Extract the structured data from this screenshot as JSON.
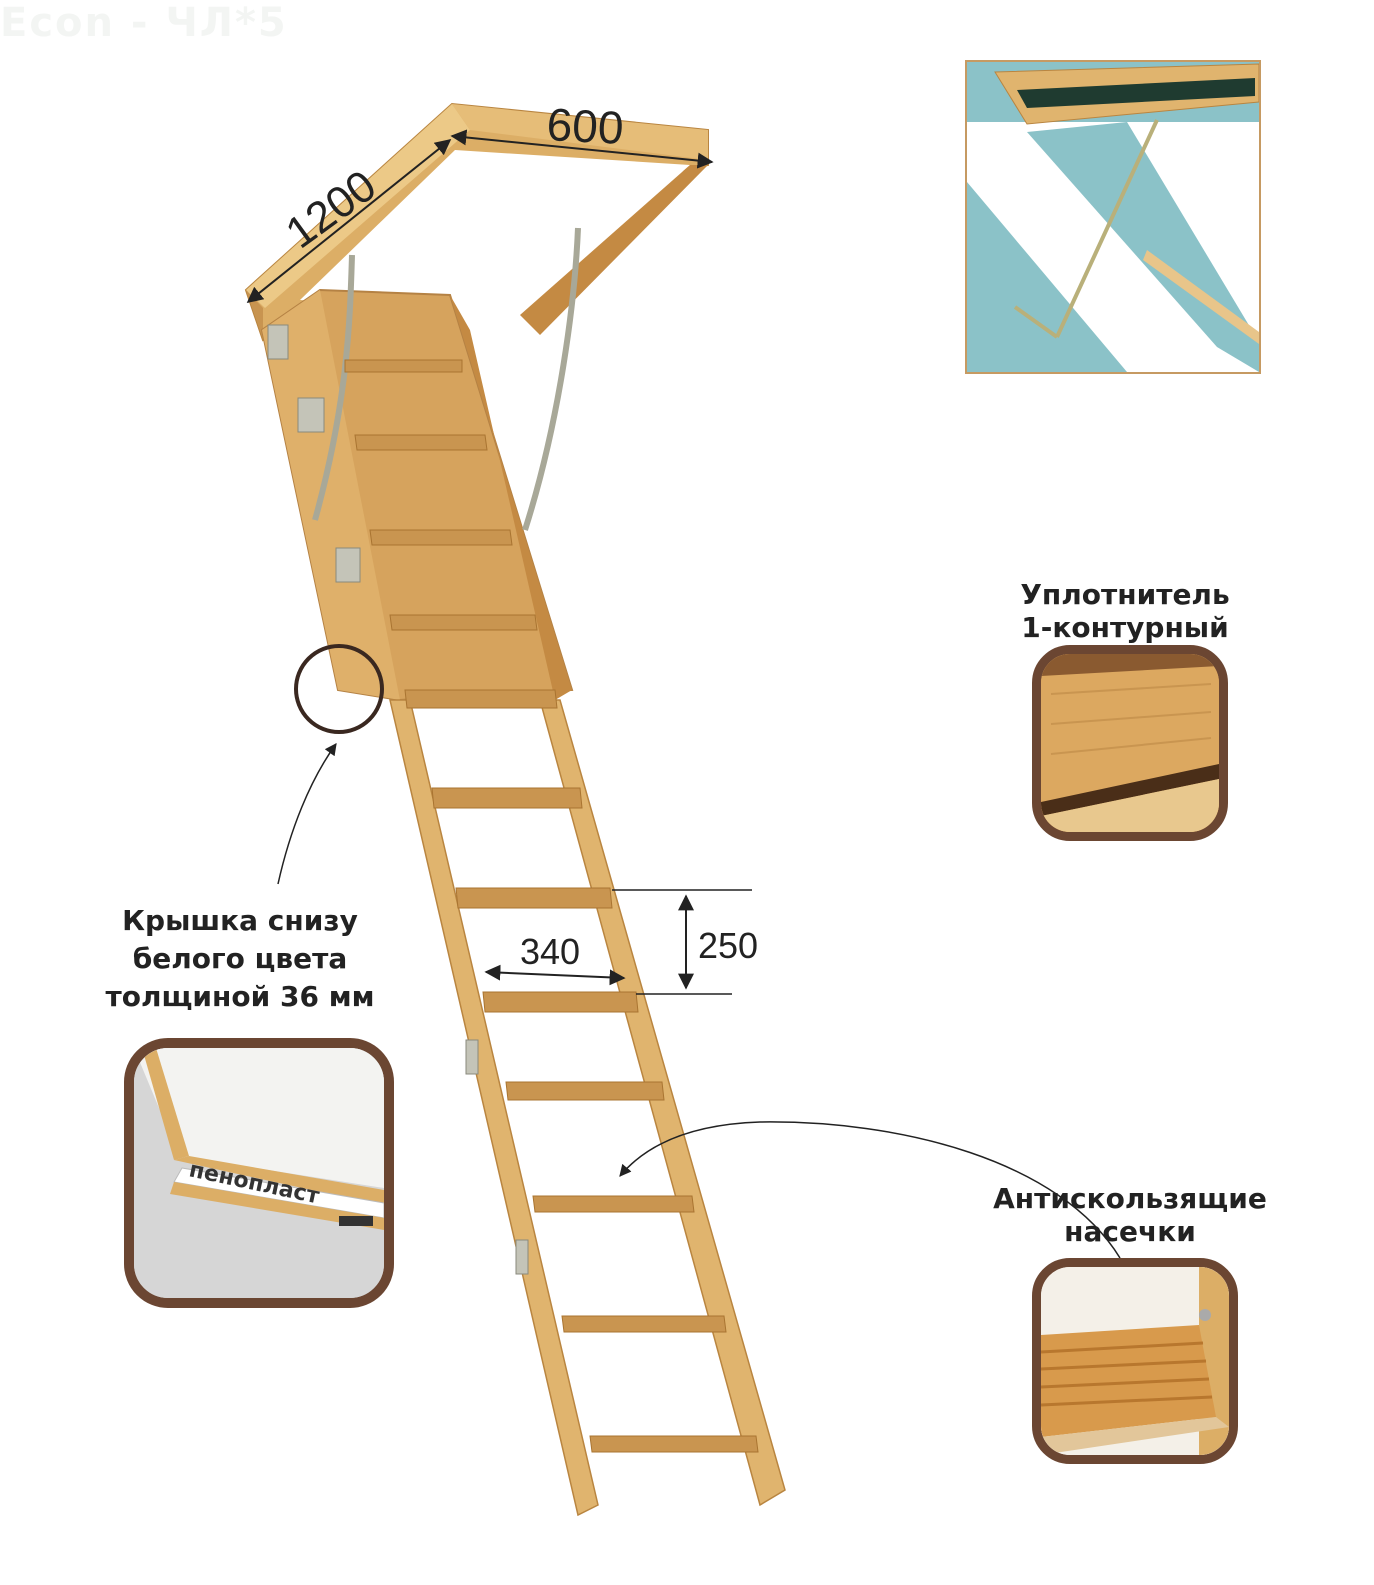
{
  "title": "Econ - ЧЛ*5",
  "dimensions": {
    "hatch_length": "1200",
    "hatch_width": "600",
    "step_width": "340",
    "step_pitch": "250"
  },
  "callouts": {
    "seal_line1": "Уплотнитель",
    "seal_line2": "1-контурный",
    "lid_line1": "Крышка снизу",
    "lid_line2": "белого цвета",
    "lid_line3": "толщиной 36 мм",
    "anti_line1": "Антискользящие",
    "anti_line2": "насечки",
    "foam_label": "пенопласт"
  },
  "colors": {
    "wood": "#dcae66",
    "wood_dark": "#b98540",
    "wood_light": "#ecc987",
    "frame_border": "#6b4632",
    "inset_teal": "#8bc2c8",
    "metal": "#b8b8a8"
  }
}
